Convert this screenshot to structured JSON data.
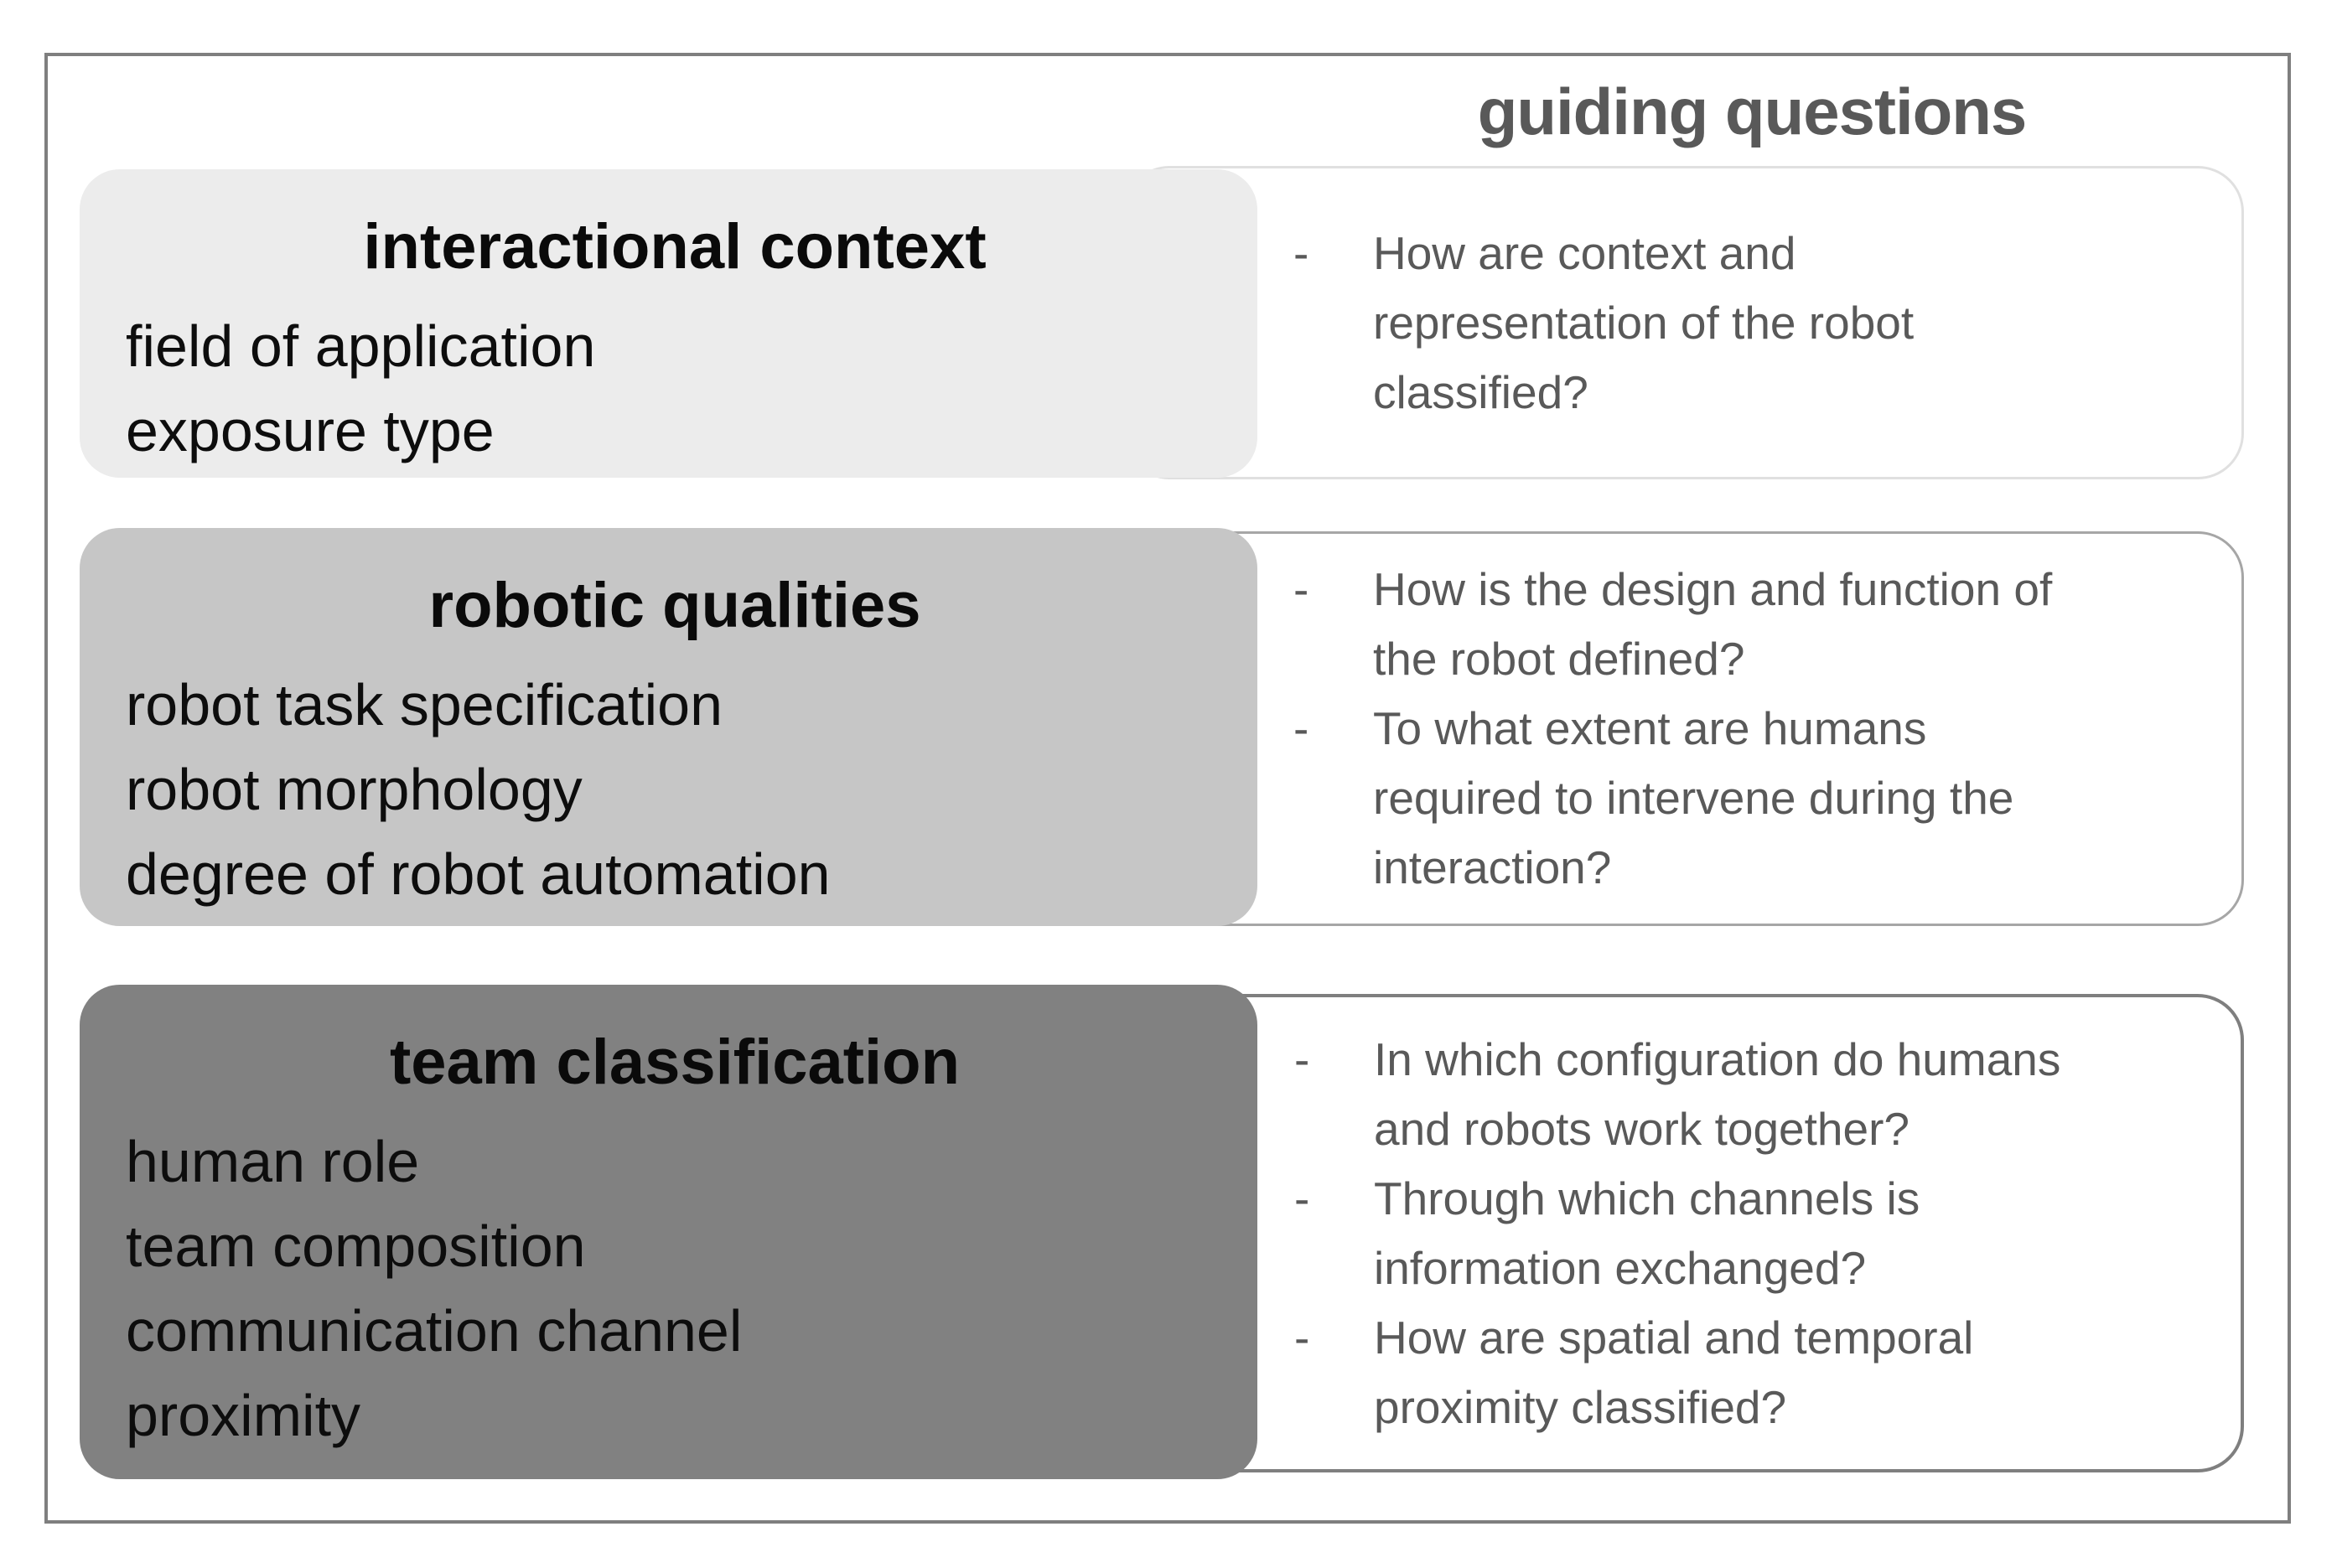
{
  "header": {
    "title": "guiding questions"
  },
  "bullet": "-",
  "colors": {
    "frame_border": "#7f7f7f",
    "header_text": "#595959",
    "question_text": "#595959",
    "category_text": "#0d0d0d",
    "row1_fill": "#ececec",
    "row2_fill": "#c6c6c6",
    "row3_fill": "#818181",
    "row1_question_border": "#e0e0e0",
    "row2_question_border": "#a6a6a6",
    "row3_question_border": "#7f7f7f"
  },
  "rows": [
    {
      "category": {
        "title": "interactional context",
        "items": [
          "field of application",
          "exposure type"
        ]
      },
      "questions": [
        "How are context and\nrepresentation of the robot\nclassified?"
      ]
    },
    {
      "category": {
        "title": "robotic qualities",
        "items": [
          "robot task specification",
          "robot morphology",
          "degree of robot automation"
        ]
      },
      "questions": [
        "How is the design and function of\nthe robot defined?",
        "To what extent are humans\nrequired to intervene during the\ninteraction?"
      ]
    },
    {
      "category": {
        "title": "team classification",
        "items": [
          "human role",
          "team composition",
          "communication channel",
          "proximity"
        ]
      },
      "questions": [
        "In which configuration do humans\nand robots work together?",
        "Through which channels is\ninformation exchanged?",
        "How are spatial and temporal\nproximity classified?"
      ]
    }
  ]
}
